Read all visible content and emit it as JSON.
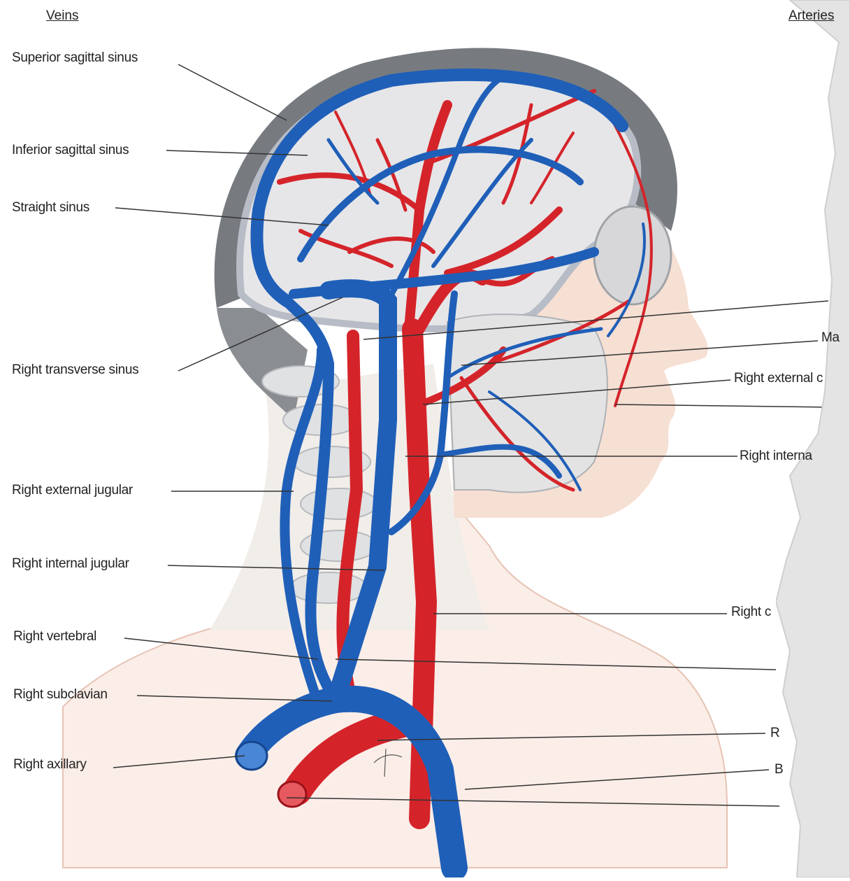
{
  "headers": {
    "veins": "Veins",
    "arteries": "Arteries"
  },
  "vein_labels": [
    "Superior sagittal sinus",
    "Inferior sagittal sinus",
    "Straight sinus",
    "Right transverse sinus",
    "Right external jugular",
    "Right internal jugular",
    "Right vertebral",
    "Right subclavian",
    "Right axillary"
  ],
  "artery_labels": [
    "",
    "Ma",
    "Right external c",
    "",
    "Right interna",
    "Right c",
    "",
    "R",
    "B",
    ""
  ],
  "colors": {
    "vein": "#1f5fb8",
    "artery": "#d4242a",
    "skull": "#7d8185",
    "skin": "#f3d3c4",
    "paper": "#e4e4e4"
  }
}
